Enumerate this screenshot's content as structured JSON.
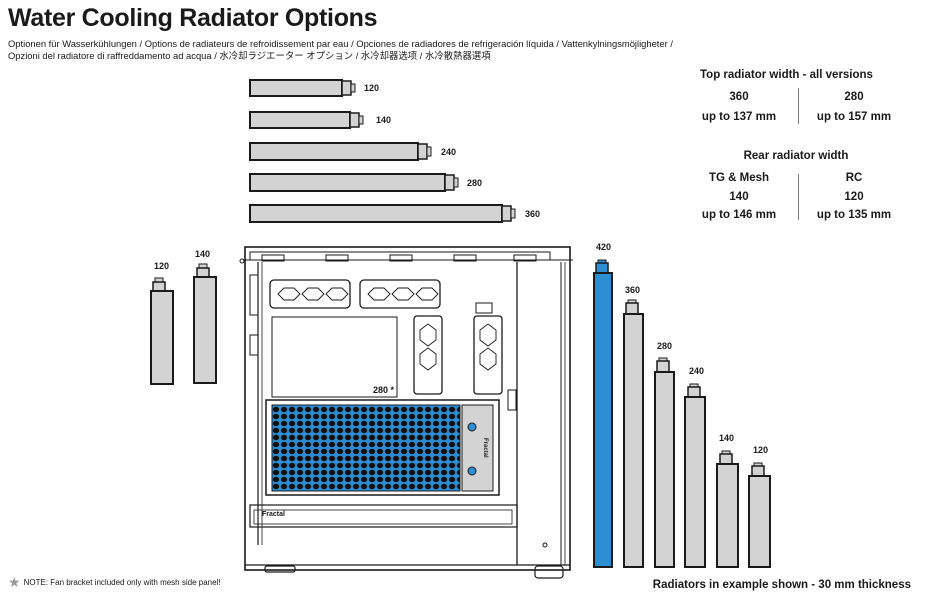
{
  "title": "Water Cooling Radiator Options",
  "subtitle_line1": "Optionen für Wasserkühlungen / Options de radiateurs de refroidissement par eau / Opciones de radiadores de refrigeración líquida / Vattenkylningsmöjligheter /",
  "subtitle_line2": "Opzioni del radiatore di raffreddamento ad acqua / 水冷却ラジエーター オプション / 水冷却器选项 / 水冷散熱器選項",
  "top_spec": {
    "heading": "Top radiator width - all versions",
    "col1_size": "360",
    "col1_clearance": "up to 137 mm",
    "col2_size": "280",
    "col2_clearance": "up to 157 mm"
  },
  "rear_spec": {
    "heading": "Rear radiator width",
    "col1_name": "TG & Mesh",
    "col1_size": "140",
    "col1_clearance": "up to 146 mm",
    "col2_name": "RC",
    "col2_size": "120",
    "col2_clearance": "up to 135 mm"
  },
  "top_radiators": [
    "120",
    "140",
    "240",
    "280",
    "360"
  ],
  "rear_radiators": [
    "120",
    "140"
  ],
  "front_radiators": [
    "420",
    "360",
    "280",
    "240",
    "140",
    "120"
  ],
  "side_mount_label": "280 *",
  "brand_text": "Fractal",
  "note": "NOTE: Fan bracket included only with mesh side panel!",
  "footer": "Radiators in example shown - 30 mm thickness",
  "colors": {
    "radiator": "#d3d3d3",
    "highlight": "#2c8fd6",
    "outline": "#1a1a1a"
  }
}
